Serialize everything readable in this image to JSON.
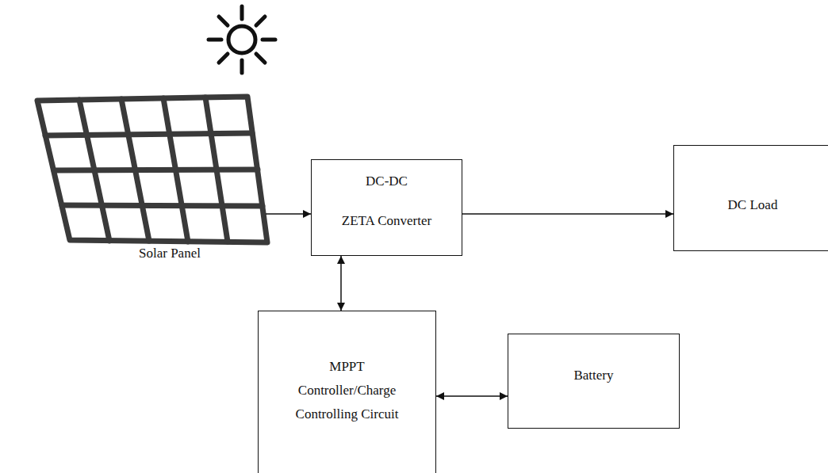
{
  "diagram": {
    "nodes": [
      {
        "text": [
          "Solar Panel"
        ]
      },
      {
        "text": [
          "DC-DC",
          "ZETA Converter"
        ]
      },
      {
        "text": [
          "DC Load"
        ]
      },
      {
        "text": [
          "MPPT Controller/Charge Controlling Circuit"
        ]
      },
      {
        "text": [
          "Battery"
        ]
      }
    ],
    "edges": [
      {
        "from": 0,
        "to": 1,
        "arrow": "to"
      },
      {
        "from": 1,
        "to": 2,
        "arrow": "to"
      },
      {
        "from": 1,
        "to": 3,
        "arrow": "both"
      },
      {
        "from": 3,
        "to": 4,
        "arrow": "both"
      }
    ]
  }
}
